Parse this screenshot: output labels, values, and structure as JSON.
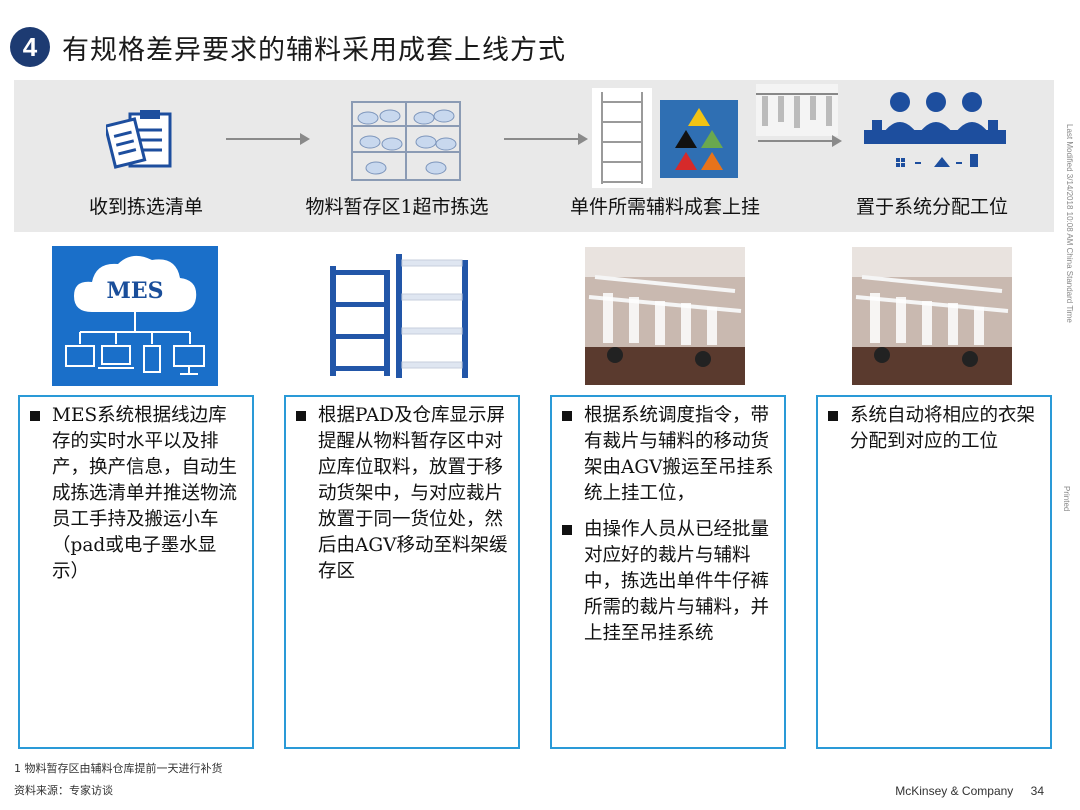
{
  "header": {
    "number": "4",
    "title": "有规格差异要求的辅料采用成套上线方式"
  },
  "steps": [
    {
      "label": "收到拣选清单",
      "icon": "clipboard-icon"
    },
    {
      "label": "物料暂存区1超市拣选",
      "icon": "storage-rack-icon"
    },
    {
      "label": "单件所需辅料成套上挂",
      "icon": "hanging-rack-icon"
    },
    {
      "label": "置于系统分配工位",
      "icon": "workstation-icon"
    }
  ],
  "photos": {
    "mes_label": "MES"
  },
  "boxes": [
    {
      "bullets": [
        "MES系统根据线边库存的实时水平以及排产，换产信息，自动生成拣选清单并推送物流员工手持及搬运小车（pad或电子墨水显示）"
      ]
    },
    {
      "bullets": [
        "根据PAD及仓库显示屏提醒从物料暂存区中对应库位取料，放置于移动货架中，与对应裁片放置于同一货位处，然后由AGV移动至料架缓存区"
      ]
    },
    {
      "bullets": [
        "根据系统调度指令，带有裁片与辅料的移动货架由AGV搬运至吊挂系统上挂工位，",
        "由操作人员从已经批量对应好的裁片与辅料中，拣选出单件牛仔裤所需的裁片与辅料，并上挂至吊挂系统"
      ]
    },
    {
      "bullets": [
        "系统自动将相应的衣架分配到对应的工位"
      ]
    }
  ],
  "side": {
    "modified": "Last Modified 3/14/2018 10:08 AM China Standard Time",
    "printed": "Printed"
  },
  "footnote": "1 物料暂存区由辅料仓库提前一天进行补货",
  "source": "资料来源：专家访谈",
  "footer": {
    "company": "McKinsey & Company",
    "page": "34"
  },
  "colors": {
    "accent": "#2a9ad7",
    "badge": "#1d3b72",
    "band": "#e9e9e9"
  }
}
